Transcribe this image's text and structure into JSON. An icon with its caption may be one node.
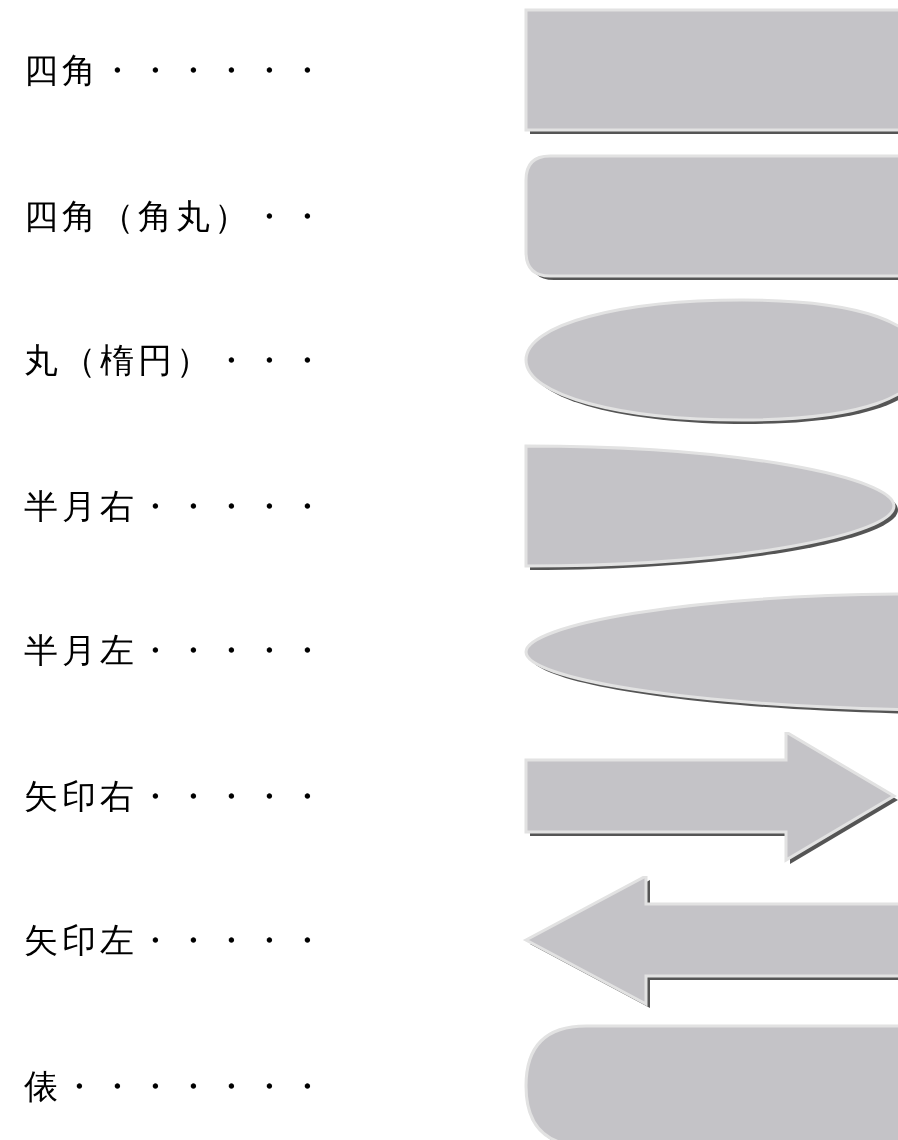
{
  "diagram": {
    "labels": [
      "四角・・・・・・",
      "四角（角丸）・・",
      "丸（楕円）・・・",
      "半月右・・・・・",
      "半月左・・・・・",
      "矢印右・・・・・",
      "矢印左・・・・・",
      "俵・・・・・・・"
    ]
  }
}
